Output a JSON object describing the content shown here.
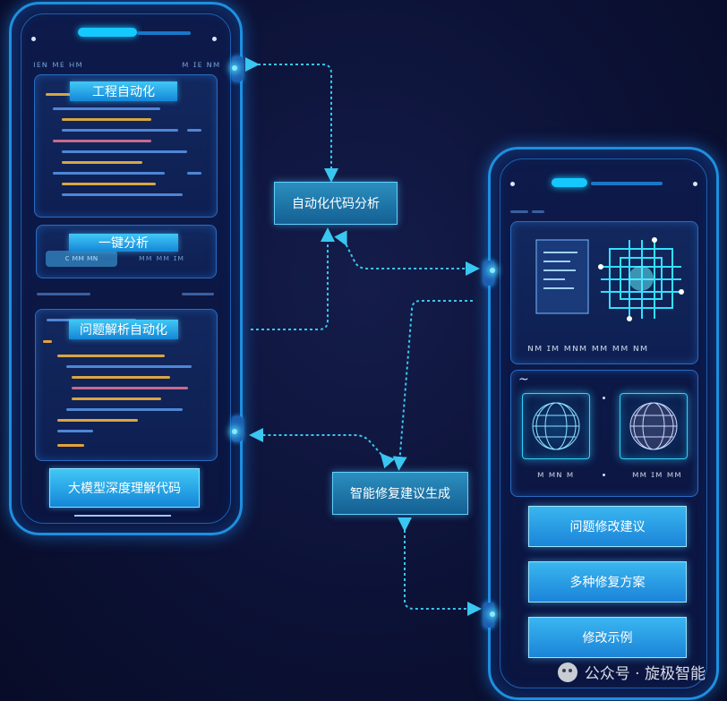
{
  "left_phone": {
    "header_left": "ıᴇɴ ᴍᴇ ʜᴍ",
    "header_right": "ᴍ ɪᴇ ɴᴍ",
    "panel1_label": "工程自动化",
    "panel2_label": "一键分析",
    "panel2_button": "ᴄ ᴍᴍ ᴍɴ",
    "panel2_side": "ᴍᴍ ᴍᴍ ɪᴍ",
    "panel3_label": "问题解析自动化",
    "bottom_label": "大模型深度理解代码"
  },
  "center": {
    "top_label": "自动化代码分析",
    "bottom_label": "智能修复建议生成"
  },
  "right_phone": {
    "hero_caption": "ɴᴍ ɪᴍ ᴍɴᴍ ᴍᴍ ᴍᴍ ɴᴍ",
    "globe1_caption": "ᴍ ᴍɴ ᴍ",
    "globe2_caption": "ᴍᴍ ɪᴍ ᴍᴍ",
    "btn1": "问题修改建议",
    "btn2": "多种修复方案",
    "btn3": "修改示例"
  },
  "watermark": {
    "text": "公众号 · 旋极智能"
  },
  "colors": {
    "accent": "#15c8ff",
    "frame": "#1e8fe0",
    "arrow": "#39c6f0",
    "background": "#0c1236"
  }
}
